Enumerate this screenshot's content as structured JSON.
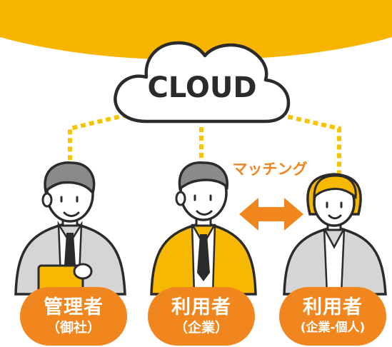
{
  "cloud": {
    "label": "CLOUD"
  },
  "matching": {
    "label": "マッチング"
  },
  "users": [
    {
      "title": "管理者",
      "sub": "（御社）"
    },
    {
      "title": "利用者",
      "sub": "（企業）"
    },
    {
      "title": "利用者",
      "sub": "(企業-個人)"
    }
  ],
  "colors": {
    "accent_yellow": "#f8b500",
    "accent_orange": "#f0861d",
    "line_yellow": "#f7c400",
    "outline": "#2b2b2b",
    "suit_gray": "#d5d5d5",
    "suit_yellow": "#f6b800",
    "hair_gray": "#8a8a8a",
    "hair_yellow": "#f6b800"
  },
  "icons": [
    "cloud-icon",
    "bidirectional-arrow-icon"
  ]
}
